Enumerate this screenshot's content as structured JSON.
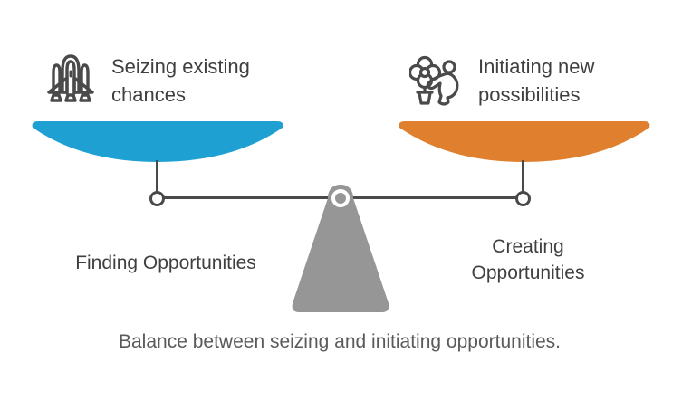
{
  "caption": "Balance between seizing and initiating opportunities.",
  "left": {
    "heading": "Seizing existing chances",
    "label": "Finding Opportunities",
    "icon": "rocket",
    "pan_color": "#1FA0D2"
  },
  "right": {
    "heading": "Initiating new possibilities",
    "label": "Creating Opportunities",
    "icon": "person-with-flower",
    "pan_color": "#E0802E"
  },
  "colors": {
    "beam_line": "#4A4A4A",
    "fulcrum_gray": "#969696",
    "icon_stroke": "#4A4A4A",
    "heading_text": "#3F3F3F",
    "caption_text": "#5A5A5A"
  }
}
